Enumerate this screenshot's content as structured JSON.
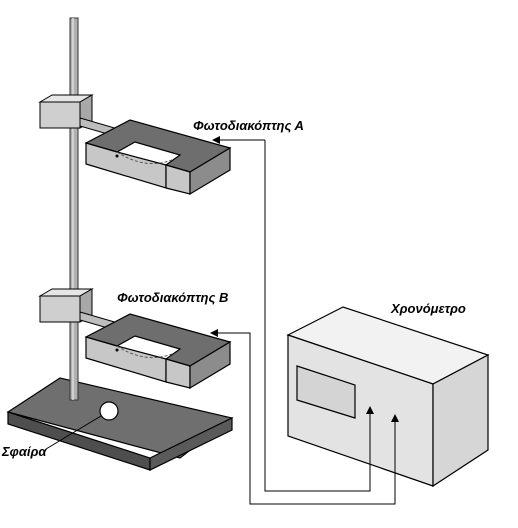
{
  "labels": {
    "photogate_a": "Φωτοδιακόπτης Α",
    "photogate_b": "Φωτοδιακόπτης Β",
    "timer": "Χρονόμετρο",
    "sphere": "Σφαίρα"
  },
  "colors": {
    "stand_rod": "#a9a9a9",
    "base_plate": "#6f6f6f",
    "gate_top": "#7a7a7a",
    "gate_front": "#c7c7c7",
    "gate_side": "#8c8c8c",
    "timer_front": "#e3e3e3",
    "timer_top": "#f2f2f2",
    "timer_side": "#d6d6d6",
    "wire": "#000000"
  }
}
